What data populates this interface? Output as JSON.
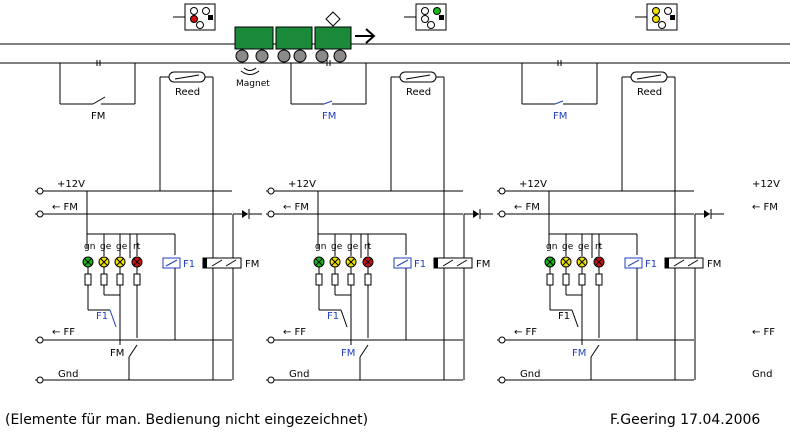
{
  "rails": {
    "supply_12v": "+12V",
    "fm_line": "← FM",
    "ff_line": "← FF",
    "gnd_line": "Gnd"
  },
  "sections": [
    {
      "signal_state": "red",
      "fm_contact": "FM",
      "reed": "Reed",
      "lamp_labels": [
        "gn",
        "ge",
        "ge",
        "rt"
      ],
      "relay_f1": "F1",
      "relay_fm": "FM",
      "contact_f1": "F1",
      "contact_fm": "FM"
    },
    {
      "signal_state": "green",
      "fm_contact": "FM",
      "reed": "Reed",
      "lamp_labels": [
        "gn",
        "ge",
        "ge",
        "rt"
      ],
      "relay_f1": "F1",
      "relay_fm": "FM",
      "contact_f1": "F1",
      "contact_fm": "FM"
    },
    {
      "signal_state": "yellow",
      "fm_contact": "FM",
      "reed": "Reed",
      "lamp_labels": [
        "gn",
        "ge",
        "ge",
        "rt"
      ],
      "relay_f1": "F1",
      "relay_fm": "FM",
      "contact_f1": "F1",
      "contact_fm": "FM"
    }
  ],
  "magnet_label": "Magnet",
  "right_rails": {
    "supply_12v": "+12V",
    "fm_line": "← FM",
    "ff_line": "← FF",
    "gnd_line": "Gnd"
  },
  "footer": {
    "note": "(Elemente für man. Bedienung nicht eingezeichnet)",
    "author": "F.Geering 17.04.2006"
  },
  "colors": {
    "wire": "#000000",
    "blue": "#1f3fbf",
    "train": "#1a8a3a",
    "wheel": "#8a8a8a",
    "lamp_green": "#18b818",
    "lamp_yellow": "#f0e000",
    "lamp_red": "#d01010"
  }
}
